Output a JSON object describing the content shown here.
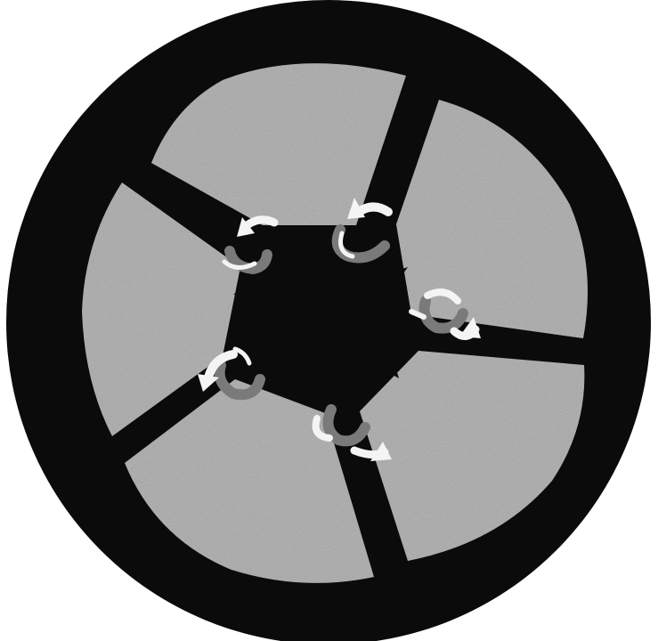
{
  "figure": {
    "kind": "illustration",
    "colors": {
      "rim": "#0b0b0b",
      "panel": "#a9a9a9",
      "panel_texture": "#8c8c8c",
      "spoke": "#0b0b0b",
      "hub": "#0b0b0b",
      "arrow_fill": "#f4f4f4",
      "arrow_shade": "#7a7a7a",
      "background": "#ffffff"
    },
    "parts": {
      "rim": "circular-black-rim",
      "panels": 5,
      "spokes": 5,
      "hub": "spiky-star-hub",
      "arrows": 5
    },
    "icons": [
      "rotation-arrow-icon",
      "spiky-hub-icon"
    ]
  }
}
